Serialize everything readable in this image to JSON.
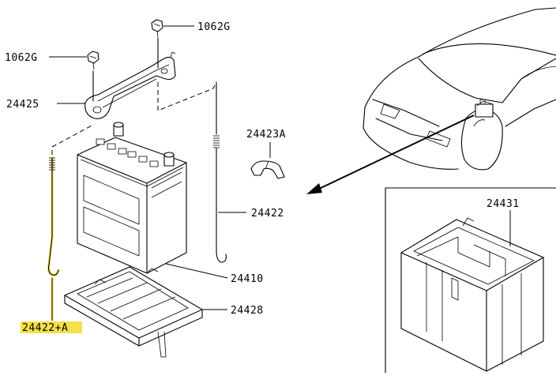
{
  "labels": {
    "nut_top": "1062G",
    "nut_left": "1062G",
    "bracket": "24425",
    "clip": "24423A",
    "rod": "24422",
    "battery": "24410",
    "tray": "24428",
    "rod_highlighted": "24422+A",
    "cover": "24431"
  },
  "colors": {
    "highlight": "#f5e04a",
    "line": "#000000",
    "background": "#ffffff"
  }
}
